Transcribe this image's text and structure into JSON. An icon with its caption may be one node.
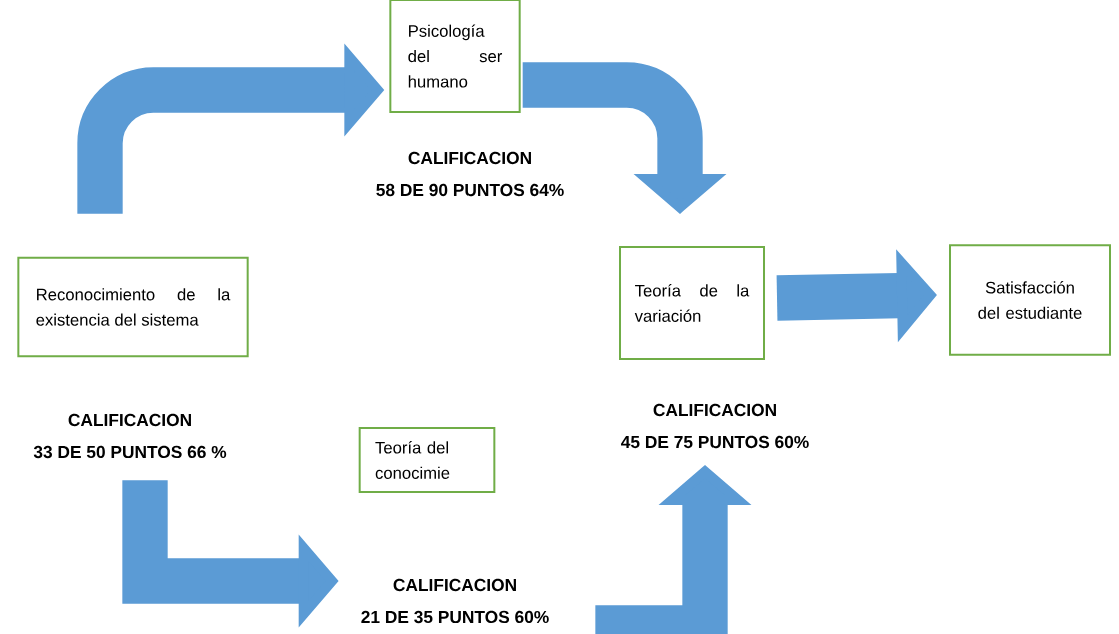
{
  "diagram": {
    "nodes": [
      {
        "text": [
          "Psicología del ser humano"
        ],
        "beside": [
          "CALIFICACION",
          "58 DE 90 PUNTOS 64%"
        ]
      },
      {
        "text": [
          "Teoría de la variación"
        ],
        "beside": [
          "CALIFICACION",
          "45 DE 75 PUNTOS 60%"
        ]
      },
      {
        "text": [
          "Satisfacción del estudiante"
        ]
      },
      {
        "text": [
          "Reconocimiento de la existencia del sistema"
        ],
        "beside": [
          "CALIFICACION",
          "33 DE 50 PUNTOS 66 %"
        ]
      },
      {
        "text": [
          "Teoría del conocimie"
        ],
        "beside": [
          "CALIFICACION",
          "21 DE 35 PUNTOS 60%"
        ]
      }
    ],
    "edges": [
      {
        "from": 3,
        "to": 0,
        "arrow": "to"
      },
      {
        "from": 0,
        "to": 1,
        "arrow": "to"
      },
      {
        "from": 1,
        "to": 2,
        "arrow": "to"
      },
      {
        "from": 3,
        "to": 4,
        "arrow": "to"
      },
      {
        "from": 4,
        "to": 1,
        "arrow": "to"
      }
    ]
  }
}
